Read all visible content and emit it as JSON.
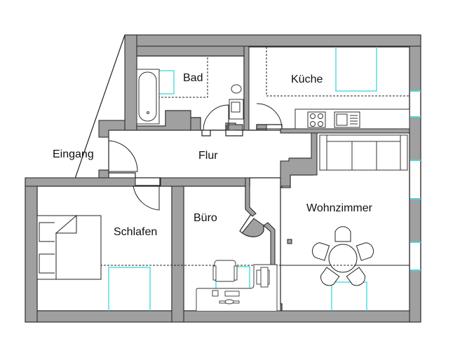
{
  "floorplan": {
    "colors": {
      "wall": "#a0a0a0",
      "line": "#222222",
      "window": "#4fd6d6",
      "accent": "#55dede"
    },
    "rooms": [
      {
        "id": "bad",
        "label": "Bad"
      },
      {
        "id": "kueche",
        "label": "Küche"
      },
      {
        "id": "eingang",
        "label": "Eingang"
      },
      {
        "id": "flur",
        "label": "Flur"
      },
      {
        "id": "wohnzimmer",
        "label": "Wohnzimmer"
      },
      {
        "id": "schlafen",
        "label": "Schlafen"
      },
      {
        "id": "buero",
        "label": "Büro"
      }
    ]
  }
}
